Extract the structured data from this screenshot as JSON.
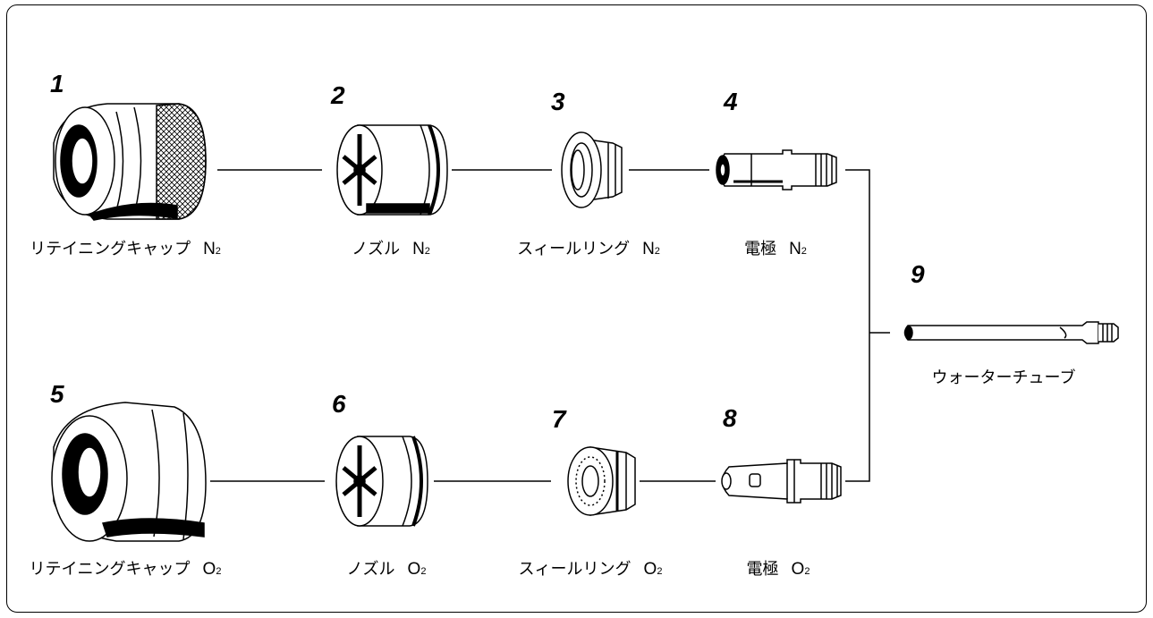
{
  "parts": [
    {
      "number": "1",
      "name": "リテイニングキャップ",
      "gas": "N",
      "sub": "2"
    },
    {
      "number": "2",
      "name": "ノズル",
      "gas": "N",
      "sub": "2"
    },
    {
      "number": "3",
      "name": "スィールリング",
      "gas": "N",
      "sub": "2"
    },
    {
      "number": "4",
      "name": "電極",
      "gas": "N",
      "sub": "2"
    },
    {
      "number": "5",
      "name": "リテイニングキャップ",
      "gas": "O",
      "sub": "2"
    },
    {
      "number": "6",
      "name": "ノズル",
      "gas": "O",
      "sub": "2"
    },
    {
      "number": "7",
      "name": "スィールリング",
      "gas": "O",
      "sub": "2"
    },
    {
      "number": "8",
      "name": "電極",
      "gas": "O",
      "sub": "2"
    },
    {
      "number": "9",
      "name": "ウォーターチューブ",
      "gas": "",
      "sub": ""
    }
  ]
}
